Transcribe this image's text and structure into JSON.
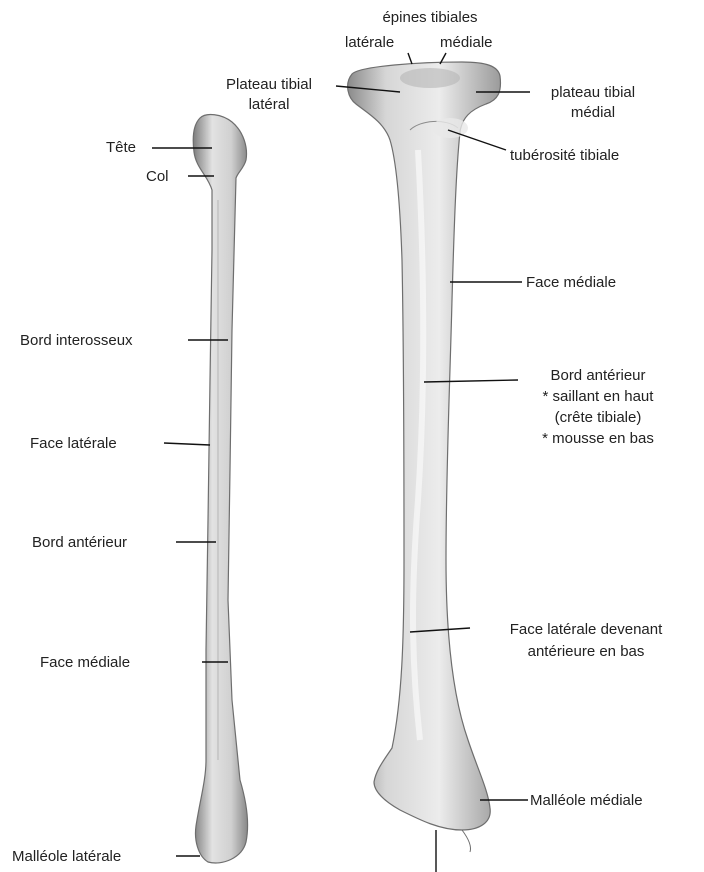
{
  "labels": {
    "epines_title": "épines tibiales",
    "epines_lat": "latérale",
    "epines_med": "médiale",
    "plateau_lat": [
      "Plateau tibial",
      "latéral"
    ],
    "plateau_med": [
      "plateau tibial",
      "médial"
    ],
    "tuberosite": "tubérosité tibiale",
    "tete": "Tête",
    "col": "Col",
    "face_mediale_tibia": "Face médiale",
    "bord_interosseux": "Bord interosseux",
    "bord_anterieur_tibia": [
      "Bord antérieur",
      "* saillant en haut",
      "(crête tibiale)",
      "* mousse en bas"
    ],
    "face_laterale_fibula": "Face latérale",
    "bord_anterieur_fibula": "Bord antérieur",
    "face_laterale_tibia": [
      "Face latérale devenant",
      "antérieure en bas"
    ],
    "face_mediale_fibula": "Face médiale",
    "malleole_mediale": "Malléole médiale",
    "malleole_laterale": "Malléole latérale"
  }
}
